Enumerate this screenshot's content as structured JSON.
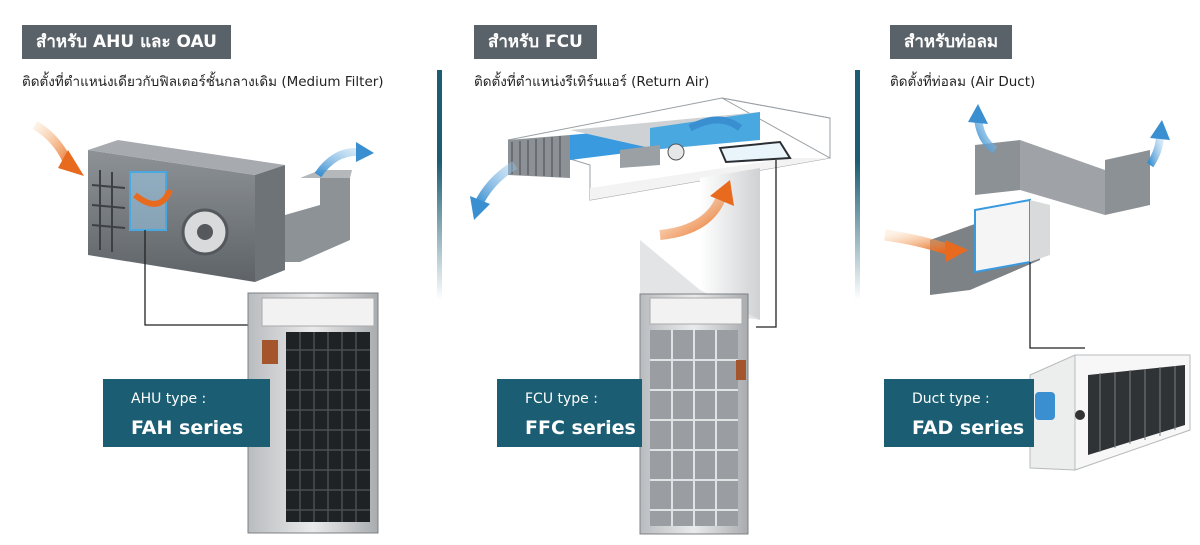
{
  "sections": [
    {
      "header": "สำหรับ AHU และ OAU",
      "subtitle": "ติดตั้งที่ตำแหน่งเดียวกับฟิลเตอร์ชั้นกลางเดิม (Medium Filter)",
      "type_label": "AHU type :",
      "series": "FAH series"
    },
    {
      "header": "สำหรับ FCU",
      "subtitle": "ติดตั้งที่ตำแหน่งรีเทิร์นแอร์ (Return Air)",
      "type_label": "FCU type :",
      "series": "FFC series"
    },
    {
      "header": "สำหรับท่อลม",
      "subtitle": "ติดตั้งที่ท่อลม (Air Duct)",
      "type_label": "Duct type :",
      "series": "FAD series"
    }
  ],
  "colors": {
    "header_bg": "#5a6269",
    "accent_teal": "#1b5e73",
    "airflow_warm": "#e86a1f",
    "airflow_cool": "#3a8fd0"
  },
  "icons": [
    "ahu-unit-illustration",
    "fcu-ceiling-illustration",
    "air-duct-illustration",
    "filter-device-image"
  ]
}
